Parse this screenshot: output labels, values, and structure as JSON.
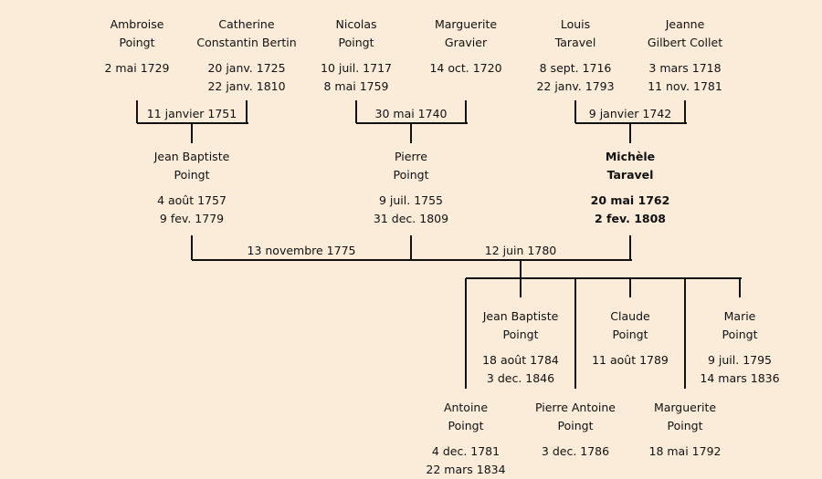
{
  "people": [
    {
      "id": "ambroise",
      "first": "Ambroise",
      "last": "Poingt",
      "birth": "2 mai 1729",
      "death": ""
    },
    {
      "id": "catherine",
      "first": "Catherine",
      "last": "Constantin Bertin",
      "birth": "20 janv. 1725",
      "death": "22 janv. 1810"
    },
    {
      "id": "nicolas",
      "first": "Nicolas",
      "last": "Poingt",
      "birth": "10 juil. 1717",
      "death": "8 mai 1759"
    },
    {
      "id": "marguerite_g",
      "first": "Marguerite",
      "last": "Gravier",
      "birth": "14 oct. 1720",
      "death": ""
    },
    {
      "id": "louis",
      "first": "Louis",
      "last": "Taravel",
      "birth": "8 sept. 1716",
      "death": "22 janv. 1793"
    },
    {
      "id": "jeanne",
      "first": "Jeanne",
      "last": "Gilbert Collet",
      "birth": "3 mars 1718",
      "death": "11 nov. 1781"
    },
    {
      "id": "jb_pere",
      "first": "Jean Baptiste",
      "last": "Poingt",
      "birth": "4 août 1757",
      "death": "9 fev. 1779"
    },
    {
      "id": "pierre",
      "first": "Pierre",
      "last": "Poingt",
      "birth": "9 juil. 1755",
      "death": "31 dec. 1809"
    },
    {
      "id": "michele",
      "first": "Michèle",
      "last": "Taravel",
      "birth": "20 mai 1762",
      "death": "2 fev. 1808",
      "highlight": true
    },
    {
      "id": "jb_fils",
      "first": "Jean Baptiste",
      "last": "Poingt",
      "birth": "18 août 1784",
      "death": "3 dec. 1846"
    },
    {
      "id": "claude",
      "first": "Claude",
      "last": "Poingt",
      "birth": "11 août 1789",
      "death": ""
    },
    {
      "id": "marie",
      "first": "Marie",
      "last": "Poingt",
      "birth": "9 juil. 1795",
      "death": "14 mars 1836"
    },
    {
      "id": "antoine",
      "first": "Antoine",
      "last": "Poingt",
      "birth": "4 dec. 1781",
      "death": "22 mars 1834"
    },
    {
      "id": "pierre_antoine",
      "first": "Pierre Antoine",
      "last": "Poingt",
      "birth": "3 dec. 1786",
      "death": ""
    },
    {
      "id": "marguerite_p",
      "first": "Marguerite",
      "last": "Poingt",
      "birth": "18 mai 1792",
      "death": ""
    }
  ],
  "marriages": [
    {
      "id": "m_ambroise_catherine",
      "date": "11 janvier 1751"
    },
    {
      "id": "m_nicolas_marguerite",
      "date": "30 mai 1740"
    },
    {
      "id": "m_louis_jeanne",
      "date": "9 janvier 1742"
    },
    {
      "id": "m_jb_michele",
      "date": "13 novembre 1775"
    },
    {
      "id": "m_pierre_michele",
      "date": "12 juin 1780"
    }
  ]
}
